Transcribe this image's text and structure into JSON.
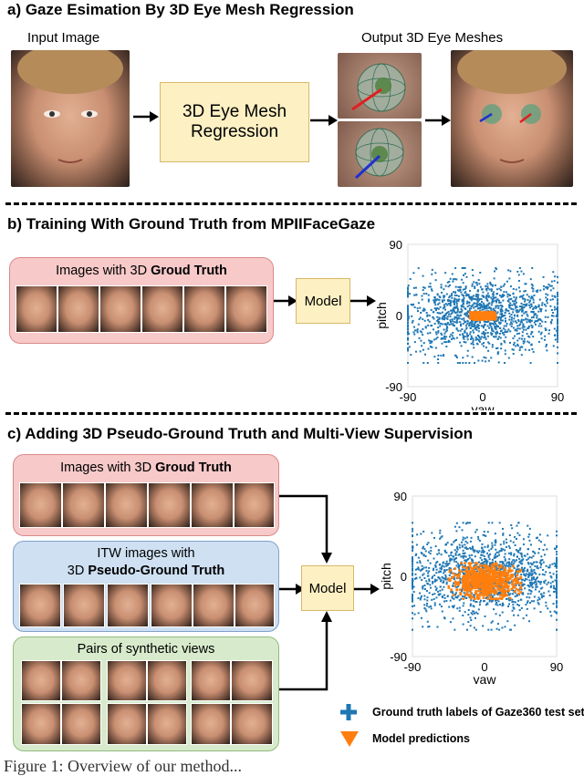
{
  "sections": {
    "a": {
      "title": "a) Gaze Esimation By 3D Eye Mesh Regression",
      "input_label": "Input Image",
      "output_label": "Output 3D Eye Meshes",
      "model_line1": "3D Eye Mesh",
      "model_line2": "Regression"
    },
    "b": {
      "title": "b) Training With Ground Truth from MPIIFaceGaze",
      "panel_prefix": "Images with 3D ",
      "panel_bold": "Groud Truth",
      "model": "Model"
    },
    "c": {
      "title": "c) Adding 3D Pseudo-Ground Truth and Multi-View Supervision",
      "gt_prefix": "Images with 3D ",
      "gt_bold": "Groud Truth",
      "itw_line1": "ITW images with",
      "itw_line2_prefix": "3D ",
      "itw_line2_bold": "Pseudo-Ground Truth",
      "synth_title": "Pairs of synthetic views",
      "model": "Model"
    }
  },
  "legend": {
    "gt": "Ground truth labels of Gaze360 test set",
    "pred": "Model predictions",
    "gt_color": "#1f77b4",
    "pred_color": "#ff7f0e"
  },
  "chart_data": [
    {
      "type": "scatter",
      "xlabel": "yaw",
      "ylabel": "pitch",
      "xlim": [
        -90,
        90
      ],
      "ylim": [
        -90,
        90
      ],
      "xticks": [
        "-90",
        "0",
        "90"
      ],
      "yticks": [
        "90",
        "0",
        "-90"
      ],
      "series": [
        {
          "name": "Ground truth labels of Gaze360 test set",
          "color": "#1f77b4",
          "x_range": [
            -90,
            90
          ],
          "y_range": [
            -60,
            60
          ]
        },
        {
          "name": "Model predictions",
          "color": "#ff7f0e",
          "x_range": [
            -15,
            15
          ],
          "y_range": [
            -5,
            5
          ]
        }
      ]
    },
    {
      "type": "scatter",
      "xlabel": "yaw",
      "ylabel": "pitch",
      "xlim": [
        -90,
        90
      ],
      "ylim": [
        -90,
        90
      ],
      "xticks": [
        "-90",
        "0",
        "90"
      ],
      "yticks": [
        "90",
        "0",
        "-90"
      ],
      "series": [
        {
          "name": "Ground truth labels of Gaze360 test set",
          "color": "#1f77b4",
          "x_range": [
            -90,
            90
          ],
          "y_range": [
            -60,
            60
          ]
        },
        {
          "name": "Model predictions",
          "color": "#ff7f0e",
          "x_range": [
            -45,
            45
          ],
          "y_range": [
            -25,
            15
          ]
        }
      ]
    }
  ],
  "caption": "Figure 1: Overview of our method..."
}
